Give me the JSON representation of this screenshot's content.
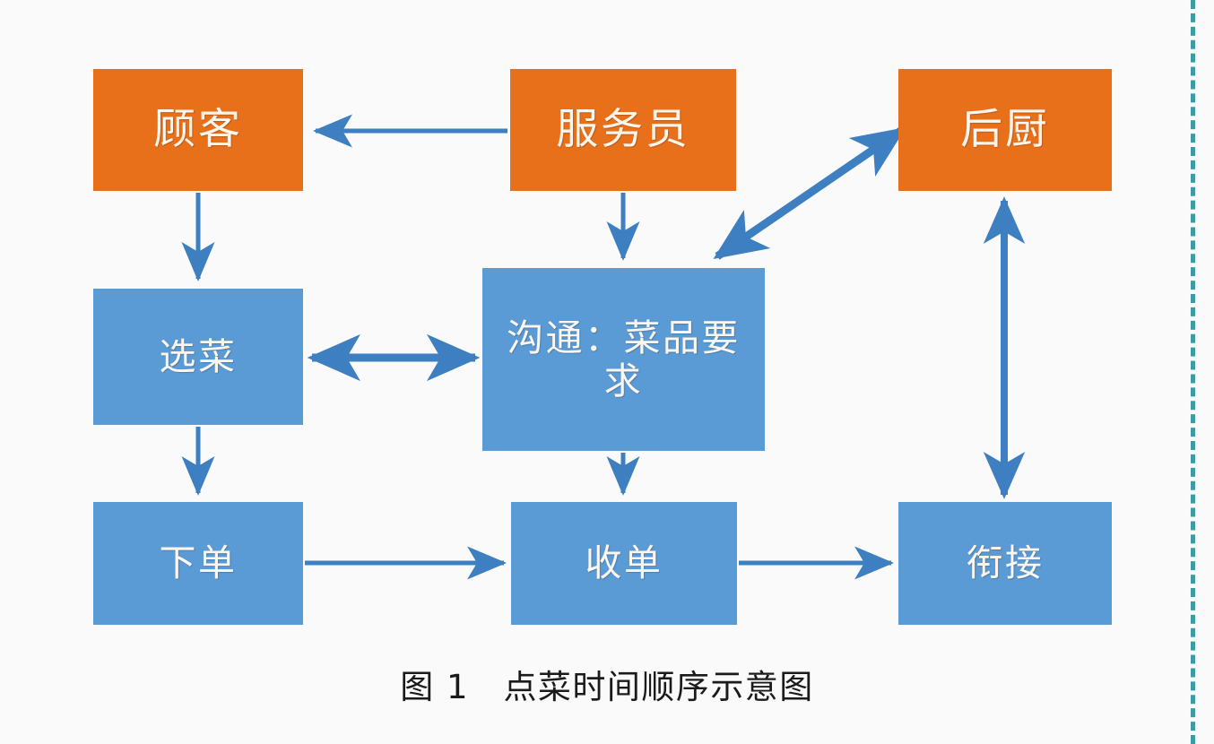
{
  "figure": {
    "caption": "图 1　点菜时间顺序示意图",
    "caption_number": "图 1",
    "caption_title": "点菜时间顺序示意图",
    "background_color": "#fafafa"
  },
  "palette": {
    "orange": "#e8701a",
    "blue": "#5b9bd5",
    "arrow_blue": "#3e7fc1",
    "divider_teal": "#3d9ca3",
    "node_text": "#fdf6ee",
    "caption_text": "#1b1b1b"
  },
  "nodes": [
    {
      "id": "customer",
      "label": "顾客",
      "color": "orange",
      "row": 1,
      "col": 1
    },
    {
      "id": "waiter",
      "label": "服务员",
      "color": "orange",
      "row": 1,
      "col": 2
    },
    {
      "id": "kitchen",
      "label": "后厨",
      "color": "orange",
      "row": 1,
      "col": 3
    },
    {
      "id": "choose",
      "label": "选菜",
      "color": "blue",
      "row": 2,
      "col": 1
    },
    {
      "id": "comm",
      "label": "沟通：菜品要求",
      "color": "blue",
      "row": 2,
      "col": 2
    },
    {
      "id": "order",
      "label": "下单",
      "color": "blue",
      "row": 3,
      "col": 1
    },
    {
      "id": "bill",
      "label": "收单",
      "color": "blue",
      "row": 3,
      "col": 2
    },
    {
      "id": "handover",
      "label": "衔接",
      "color": "blue",
      "row": 3,
      "col": 3
    }
  ],
  "edges": [
    {
      "id": "waiter-to-customer",
      "from": "waiter",
      "to": "customer",
      "direction": "single",
      "orientation": "horizontal"
    },
    {
      "id": "customer-to-choose",
      "from": "customer",
      "to": "choose",
      "direction": "single",
      "orientation": "vertical"
    },
    {
      "id": "waiter-to-comm",
      "from": "waiter",
      "to": "comm",
      "direction": "single",
      "orientation": "vertical"
    },
    {
      "id": "comm-kitchen",
      "from": "comm",
      "to": "kitchen",
      "direction": "double",
      "orientation": "diagonal"
    },
    {
      "id": "choose-comm",
      "from": "choose",
      "to": "comm",
      "direction": "double",
      "orientation": "horizontal"
    },
    {
      "id": "choose-to-order",
      "from": "choose",
      "to": "order",
      "direction": "single",
      "orientation": "vertical"
    },
    {
      "id": "comm-to-bill",
      "from": "comm",
      "to": "bill",
      "direction": "single",
      "orientation": "vertical"
    },
    {
      "id": "order-to-bill",
      "from": "order",
      "to": "bill",
      "direction": "single",
      "orientation": "horizontal"
    },
    {
      "id": "bill-to-handover",
      "from": "bill",
      "to": "handover",
      "direction": "single",
      "orientation": "horizontal"
    },
    {
      "id": "kitchen-handover",
      "from": "kitchen",
      "to": "handover",
      "direction": "double",
      "orientation": "vertical"
    }
  ],
  "divider": {
    "style": "dashed",
    "orientation": "vertical",
    "color": "#3d9ca3"
  }
}
